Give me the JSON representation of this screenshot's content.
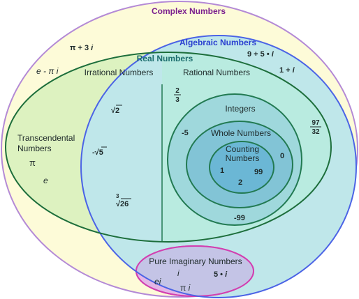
{
  "colors": {
    "complex_fill": "#fdfbd8",
    "complex_stroke": "#b48ad6",
    "algebraic_fill": "#bfe7ea",
    "algebraic_stroke": "#4b63e6",
    "real_fill": "#ddf2c0",
    "real_stroke": "#1d6e3b",
    "rational_fill": "#b9ebe0",
    "integers_fill": "#9fd8dc",
    "whole_fill": "#82c4d6",
    "counting_fill": "#6bb7d5",
    "nested_stroke": "#227a52",
    "imaginary_fill": "#e4b6e7",
    "imaginary_stroke": "#d23fb0",
    "imaginary_overlap_fill": "#c4c4e6"
  },
  "sets": {
    "complex": {
      "title": "Complex Numbers",
      "examples": {
        "pi_plus_3i": "π + 3",
        "pi_plus_3i_i": "i",
        "e_minus_pi": "e - π",
        "e_minus_pi_i": "i"
      }
    },
    "algebraic": {
      "title": "Algebraic Numbers",
      "examples": {
        "nine_plus_5i": "9 + 5 • ",
        "nine_plus_5i_i": "i",
        "one_plus_i": "1 + ",
        "one_plus_i_i": "i"
      }
    },
    "real": {
      "title": "Real Numbers"
    },
    "transcendental": {
      "title_line1": "Transcendental",
      "title_line2": "Numbers",
      "examples": {
        "pi": "π",
        "e": "e"
      }
    },
    "irrational": {
      "title": "Irrational Numbers",
      "examples": {
        "sqrt2_radical": "√",
        "sqrt2_value": "2",
        "neg_sqrt5_prefix": "-√",
        "neg_sqrt5_value": "5",
        "cbrt26_index": "3",
        "cbrt26_radical": "√",
        "cbrt26_value": "26"
      }
    },
    "rational": {
      "title": "Rational Numbers",
      "examples": {
        "two_thirds_num": "2",
        "two_thirds_den": "3",
        "ninety7_num": "97",
        "ninety7_den": "32"
      }
    },
    "integers": {
      "title": "Integers",
      "examples": {
        "neg5": "-5",
        "neg99": "-99"
      }
    },
    "whole": {
      "title": "Whole Numbers",
      "examples": {
        "zero": "0"
      }
    },
    "counting": {
      "title_line1": "Counting",
      "title_line2": "Numbers",
      "examples": {
        "one": "1",
        "ninety9": "99",
        "two": "2"
      }
    },
    "pure_imaginary": {
      "title": "Pure Imaginary Numbers",
      "examples": {
        "i": "i",
        "five_i_prefix": "5 • ",
        "five_i_i": "i",
        "ei_e": "e",
        "ei_i": "i",
        "pi_i_pi": "π",
        "pi_i_i": "i"
      }
    }
  }
}
